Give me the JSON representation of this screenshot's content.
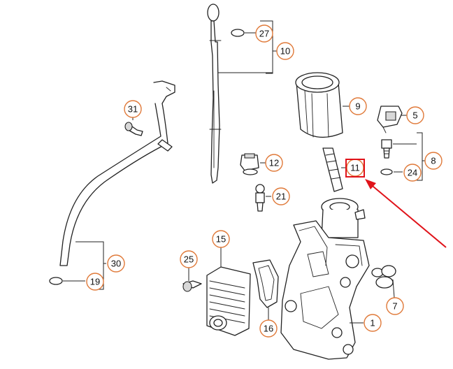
{
  "diagram": {
    "callouts": [
      {
        "id": "27",
        "label": "27"
      },
      {
        "id": "10",
        "label": "10"
      },
      {
        "id": "9",
        "label": "9"
      },
      {
        "id": "5",
        "label": "5"
      },
      {
        "id": "31",
        "label": "31"
      },
      {
        "id": "12",
        "label": "12"
      },
      {
        "id": "11",
        "label": "11"
      },
      {
        "id": "8",
        "label": "8"
      },
      {
        "id": "24",
        "label": "24"
      },
      {
        "id": "21",
        "label": "21"
      },
      {
        "id": "15",
        "label": "15"
      },
      {
        "id": "25",
        "label": "25"
      },
      {
        "id": "30",
        "label": "30"
      },
      {
        "id": "19",
        "label": "19"
      },
      {
        "id": "7",
        "label": "7"
      },
      {
        "id": "16",
        "label": "16"
      },
      {
        "id": "1",
        "label": "1"
      }
    ],
    "highlight": {
      "label": "11",
      "color": "#e0131a"
    },
    "colors": {
      "callout_ring": "#e07a3a",
      "line": "#222222",
      "highlight": "#e0131a"
    }
  }
}
